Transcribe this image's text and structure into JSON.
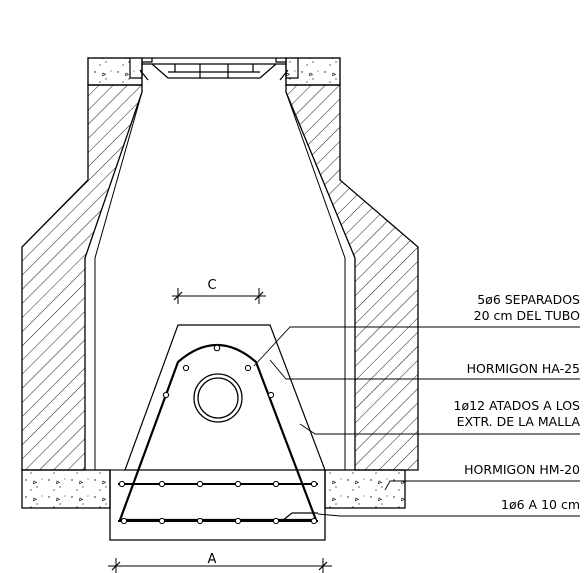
{
  "dimensions": {
    "a": "A",
    "c": "C"
  },
  "callouts": [
    {
      "id": "rebar-longitudinal",
      "lines": [
        "5ø6 SEPARADOS",
        "20 cm DEL TUBO"
      ]
    },
    {
      "id": "concrete-ha",
      "lines": [
        "HORMIGON HA-25"
      ]
    },
    {
      "id": "rebar-ties",
      "lines": [
        "1ø12 ATADOS A LOS",
        "EXTR. DE LA MALLA"
      ]
    },
    {
      "id": "concrete-hm",
      "lines": [
        "HORMIGON HM-20"
      ]
    },
    {
      "id": "rebar-mesh",
      "lines": [
        "1ø6 A 10 cm"
      ]
    }
  ],
  "colors": {
    "line": "#000000",
    "background": "#ffffff"
  }
}
